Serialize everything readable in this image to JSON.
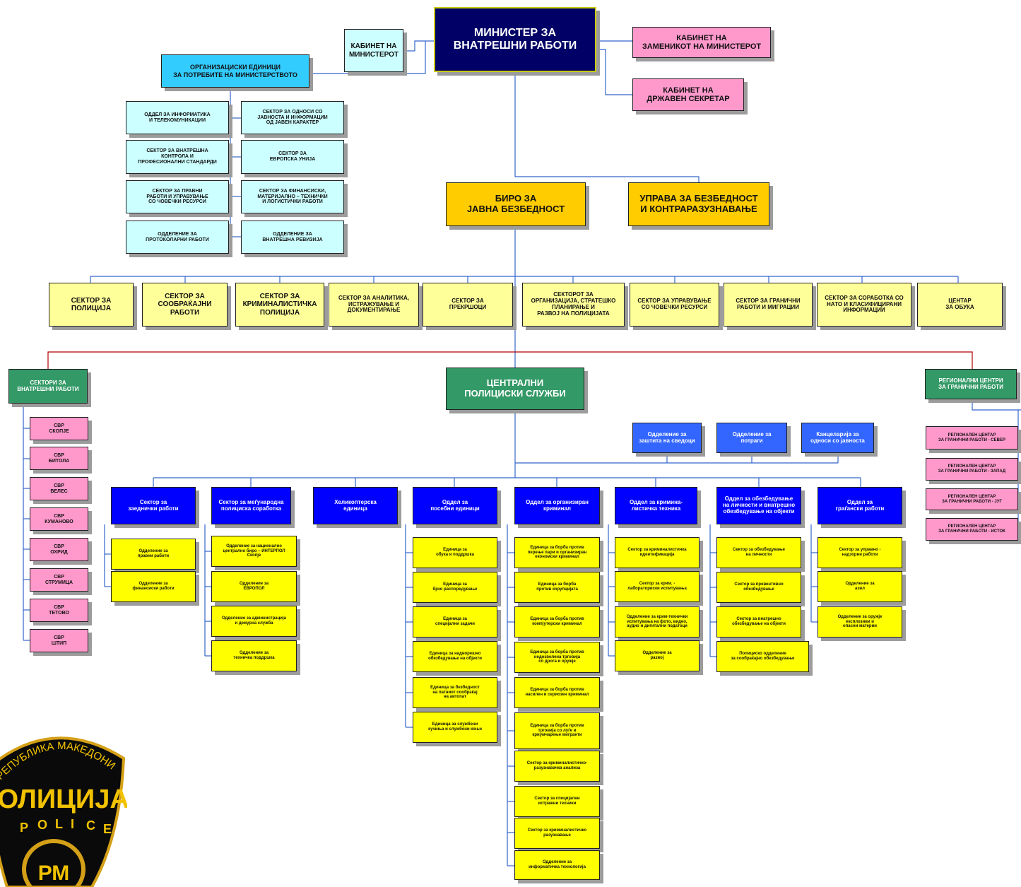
{
  "top": {
    "minister": "МИНИСТЕР ЗА\nВНАТРЕШНИ РАБОТИ",
    "cabinet_minister": "КАБИНЕТ НА\nМИНИСТЕРОТ",
    "cabinet_deputy": "КАБИНЕТ НА\nЗАМЕНИКОТ НА МИНИСТЕРОТ",
    "cabinet_state_secretary": "КАБИНЕТ НА\nДРЖАВЕН СЕКРЕТАР",
    "org_units": "ОРГАНИЗАЦИСКИ ЕДИНИЦИ\nЗА ПОТРЕБИТЕ НА МИНИСТЕРСТВОТО"
  },
  "org_units_left": [
    "ОДДЕЛ ЗА ИНФОРМАТИКА\nИ ТЕЛЕКОМУНИКАЦИИ",
    "СЕКТОР ЗА ВНАТРЕШНА\nКОНТРОЛА И\nПРОФЕСИОНАЛНИ СТАНДАРДИ",
    "СЕКТОР ЗА ПРАВНИ\nРАБОТИ И УПРАВУВАЊЕ\nСО ЧОВЕЧКИ РЕСУРСИ",
    "ОДДЕЛЕНИЕ ЗА\nПРОТОКОЛАРНИ РАБОТИ"
  ],
  "org_units_right": [
    "СЕКТОР ЗА ОДНОСИ СО\nЈАВНОСТА И ИНФОРМАЦИИ\nОД ЈАВЕН КАРАКТЕР",
    "СЕКТОР ЗА\nЕВРОПСКА УНИЈА",
    "СЕКТОР ЗА ФИНАНСИСКИ,\nМАТЕРИЈАЛНО – ТЕХНИЧКИ\nИ ЛОГИСТИЧКИ РАБОТИ",
    "ОДДЕЛЕНИЕ ЗА\nВНАТРЕШНА РЕВИЗИЈА"
  ],
  "bureau": "БИРО ЗА\nЈАВНА БЕЗБЕДНОСТ",
  "security_admin": "УПРАВА ЗА  БЕЗБЕДНОСТ\nИ КОНТРАРАЗУЗНАВАЊЕ",
  "bureau_sectors": [
    "СЕКТОР ЗА\nПОЛИЦИЈА",
    "СЕКТОР ЗА\nСООБРАЌАЈНИ\nРАБОТИ",
    "СЕКТОР ЗА\nКРИМИНАЛИСТИЧКА\nПОЛИЦИЈА",
    "СЕКТОР ЗА АНАЛИТИКА,\nИСТРАЖУВАЊЕ И\nДОКУМЕНТИРАЊЕ",
    "СЕКТОР ЗА\nПРЕКРШОЦИ",
    "СЕКТОРОТ ЗА\nОРГАНИЗАЦИЈА, СТРАТЕШКО\nПЛАНИРАЊЕ И\nРАЗВОЈ НА ПОЛИЦИЈАТА",
    "СЕКТОР ЗА УПРАВУВАЊЕ\nСО ЧОВЕЧКИ РЕСУРСИ",
    "СЕКТОР ЗА ГРАНИЧНИ\nРАБОТИ И МИГРАЦИИ",
    "СЕКТОР ЗА СОРАБОТКА СО\nНАТО И КЛАСИФИЦИРАНИ\nИНФОРМАЦИИ",
    "ЦЕНТАР\nЗА ОБУКА"
  ],
  "internal_sectors": {
    "title": "СЕКТОРИ ЗА\nВНАТРЕШНИ РАБОТИ",
    "items": [
      "СВР\nСКОПЈЕ",
      "СВР\nБИТОЛА",
      "СВР\nВЕЛЕС",
      "СВР\nКУМАНОВО",
      "СВР\nОХРИД",
      "СВР\nСТРУМИЦА",
      "СВР\nТЕТОВО",
      "СВР\nШТИП"
    ]
  },
  "central": "ЦЕНТРАЛНИ\nПОЛИЦИСКИ СЛУЖБИ",
  "regional": {
    "title": "РЕГИОНАЛНИ ЦЕНТРИ\nЗА ГРАНИЧНИ РАБОТИ",
    "items": [
      "РЕГИОНАЛЕН ЦЕНТАР\nЗА ГРАНИЧНИ РАБОТИ - СЕВЕР",
      "РЕГИОНАЛЕН ЦЕНТАР\nЗА ГРАНИЧНИ РАБОТИ - ЗАПАД",
      "РЕГИОНАЛЕН ЦЕНТАР\nЗА ГРАНИЧНИ РАБОТИ - ЈУГ",
      "РЕГИОНАЛЕН ЦЕНТАР\nЗА ГРАНИЧНИ РАБОТИ - ИСТОК"
    ]
  },
  "central_units": [
    "Одделение за\nзаштита на сведоци",
    "Одделение за\nпотраги",
    "Канцеларија за\nодноси со јавноста"
  ],
  "columns": [
    {
      "header": "Сектор за\nзаеднички работи",
      "items": [
        "Одделение за\nправни работи",
        "Одделение за\nфинансиски работи"
      ]
    },
    {
      "header": "Сектор за меѓународна\nполициска соработка",
      "items": [
        "Одделение за национално\nцентрално биро – ИНТЕРПОЛ\nСкопје",
        "Одделение за\nЕВРОПОЛ",
        "Одделение за администрација\nи дежурна служба",
        "Одделение за\nтехничка поддршка"
      ]
    },
    {
      "header": "Хеликоптерска\nединица",
      "items": []
    },
    {
      "header": "Оддел за\nпосебни единици",
      "items": [
        "Единица за\nобука и поддршка",
        "Единица за\nбрзо распоредување",
        "Единица за\nспецијални задачи",
        "Единица за надворешно\nобезбедување на објекти",
        "Единица за безбедност\nна патниот сообраќај\nна автопат",
        "Единица за службени\nкучиња и службени коњи"
      ]
    },
    {
      "header": "Оддел за организиран\nкриминал",
      "items": [
        "Единица за борба против\nперење пари и организиран\nекономски криминал",
        "Единица за борба\nпротив корупцијата",
        "Единица за борба против\nкомпјутерски криминал",
        "Единица за борба против\nнедозволена трговија\nсо дрога и оружје",
        "Единица за борба против\nнасилен и сериозен криминал",
        "Единица за борба против\nтрговија со луѓе и\nкриумчарење мигранти",
        "Сектор за криминалистичко-\nразузнавачка анализа",
        "Сектор за специјални\nистражни техники",
        "Сектор за криминалистичко\nразузнавање",
        "Одделение за\nинформатичка технологија"
      ]
    },
    {
      "header": "Оддел за кримина-\nлистичка техника",
      "items": [
        "Сектор за криминалистичка\nидентификација",
        "Сектор за крим. -\nлабораториски испитувања",
        "Одделение за крим-технички\nиспитувања на фото, видео,\nаудио и дигитални податоци",
        "Одделение за\nразвој"
      ]
    },
    {
      "header": "Оддел за обезбедување\nна личности и внатрешно\nобезбедување на објекти",
      "items": [
        "Сектор за  обезбедување\nна личности",
        "Сектор за  превентивно\nобезбедување",
        "Сектор за  внатрешно\nобезбедување на објекти",
        "Полициско одделение\nза сообраќајно обезбедување"
      ]
    },
    {
      "header": "Оддел за\nграѓански работи",
      "items": [
        "Сектор за  управно -\nнадзорни работи",
        "Одделение за\nазил",
        "Одделение за оружје\nексплозиви и\nопасни материи"
      ]
    }
  ],
  "logo": {
    "arc_text": "РЕПУБЛИКА МАКЕДОНИЈА",
    "word": "ПОЛИЦИЈА",
    "letters": [
      "P",
      "O",
      "L",
      "I",
      "C",
      "E"
    ],
    "initials": "РМ"
  }
}
